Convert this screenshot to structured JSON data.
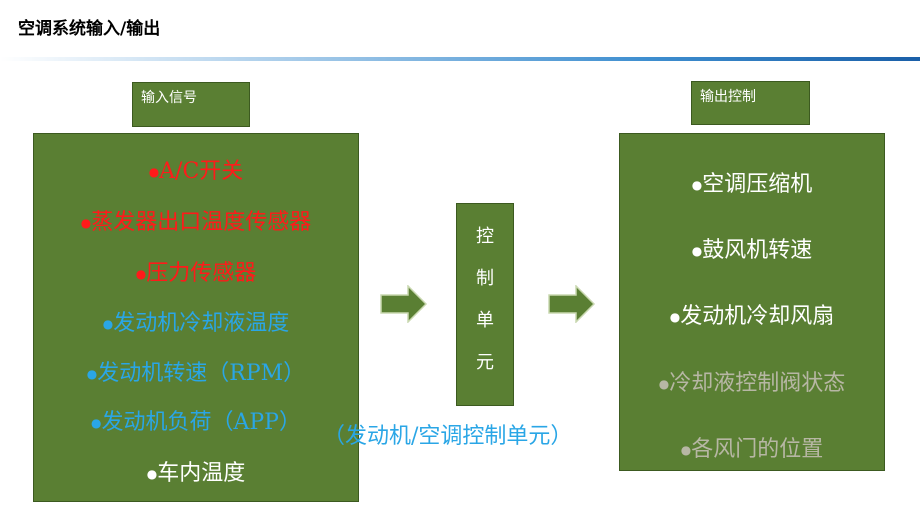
{
  "page_title": "空调系统输入/输出",
  "input": {
    "label": "输入信号",
    "items": [
      {
        "text": "A/C开关",
        "color": "#ff1a1a"
      },
      {
        "text": "蒸发器出口温度传感器",
        "color": "#ff1a1a"
      },
      {
        "text": "压力传感器",
        "color": "#ff1a1a"
      },
      {
        "text": "发动机冷却液温度",
        "color": "#2aa6e6"
      },
      {
        "text": "发动机转速（RPM）",
        "color": "#2aa6e6"
      },
      {
        "text": "发动机负荷（APP）",
        "color": "#2aa6e6"
      },
      {
        "text": "车内温度",
        "color": "#ffffff"
      }
    ]
  },
  "control_unit": {
    "chars": [
      "控",
      "制",
      "单",
      "元"
    ],
    "caption": "（发动机/空调控制单元）"
  },
  "output": {
    "label": "输出控制",
    "items": [
      {
        "text": "空调压缩机",
        "color": "#ffffff"
      },
      {
        "text": "鼓风机转速",
        "color": "#ffffff"
      },
      {
        "text": "发动机冷却风扇",
        "color": "#ffffff"
      },
      {
        "text": "冷却液控制阀状态",
        "color": "#b7b7a4"
      },
      {
        "text": "各风门的位置",
        "color": "#b7b7a4"
      }
    ]
  },
  "colors": {
    "box_fill": "#5a7f33",
    "arrow_fill": "#5a7f33"
  }
}
